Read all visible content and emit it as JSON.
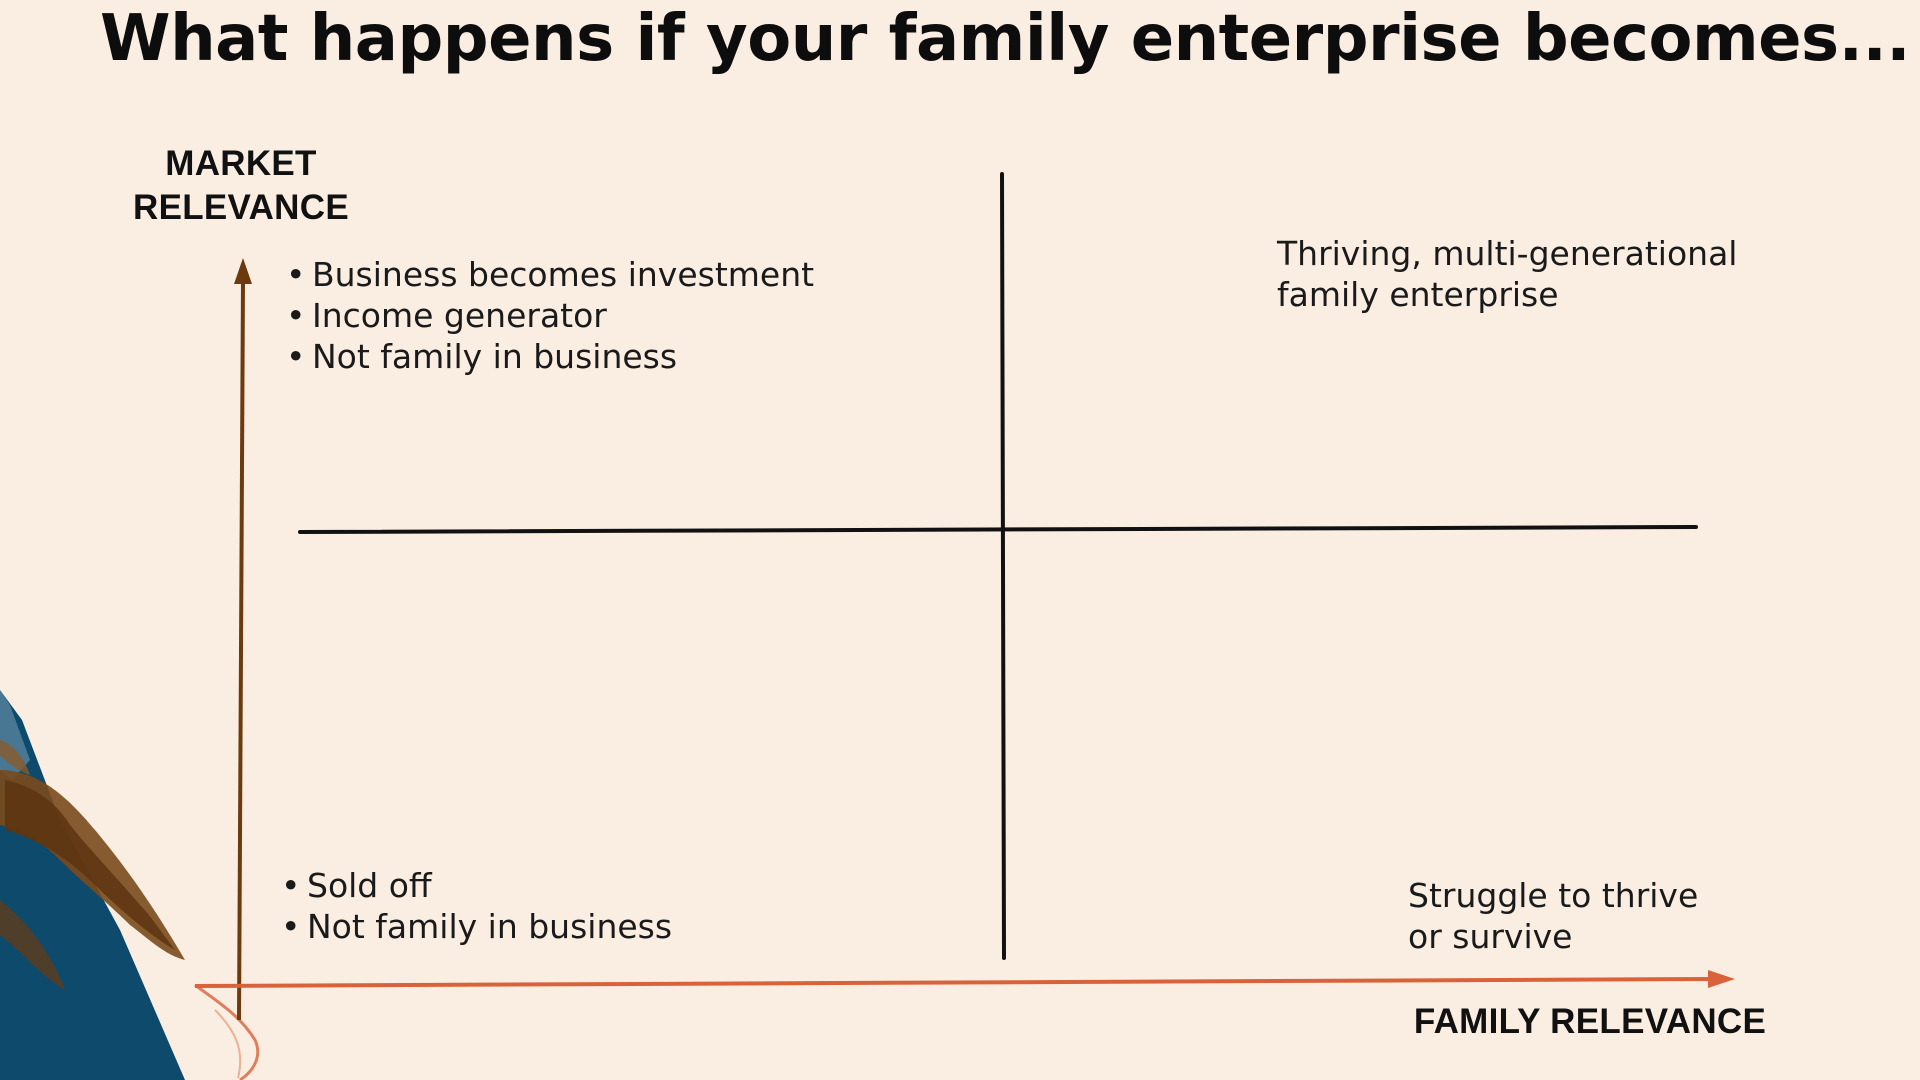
{
  "title": "What happens if your family enterprise becomes...",
  "axes": {
    "y_label_line1": "MARKET",
    "y_label_line2": "RELEVANCE",
    "x_label": "FAMILY RELEVANCE"
  },
  "quadrants": {
    "top_left": [
      "Business becomes investment",
      "Income generator",
      "Not family in business"
    ],
    "bottom_left": [
      "Sold off",
      "Not family in business"
    ],
    "top_right_line1": "Thriving, multi-generational",
    "top_right_line2": "family enterprise",
    "bottom_right_line1": "Struggle to thrive",
    "bottom_right_line2": "or survive"
  },
  "colors": {
    "background": "#FAEEE3",
    "y_axis": "#6B3A0E",
    "x_axis": "#D9623A",
    "grid_lines": "#111111",
    "decor_navy": "#0E4A6B",
    "decor_brown": "#6B3A0E"
  }
}
